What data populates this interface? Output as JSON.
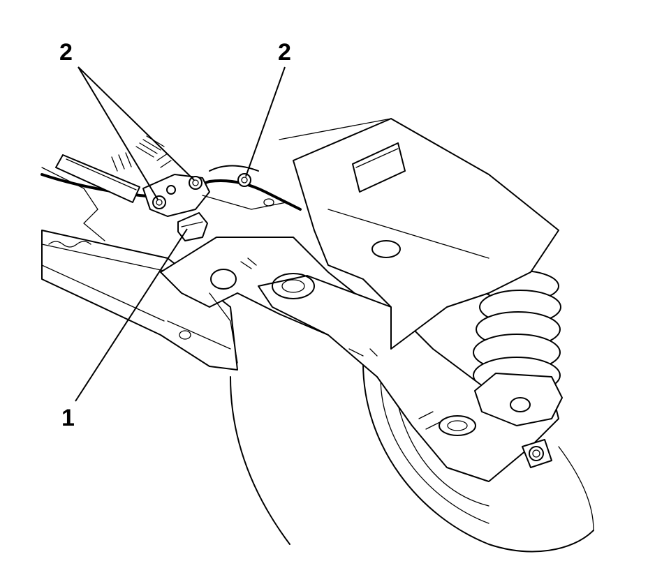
{
  "callouts": {
    "label_left_2": "2",
    "label_right_2": "2",
    "label_1": "1"
  },
  "colors": {
    "line": "#000000",
    "background": "#ffffff"
  }
}
